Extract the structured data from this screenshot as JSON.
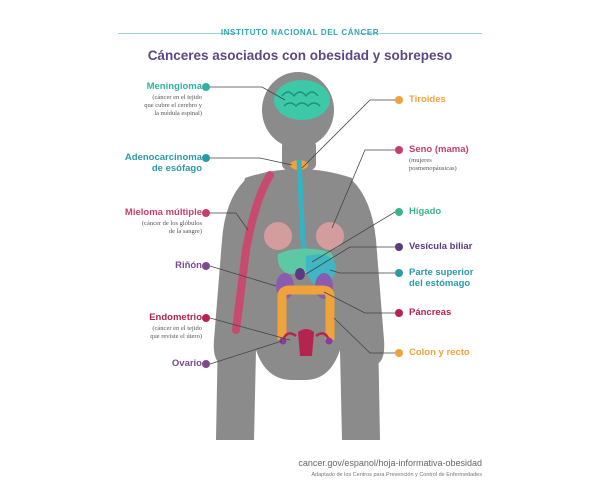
{
  "header": {
    "organization": "INSTITUTO NACIONAL DEL CÁNCER",
    "title": "Cánceres asociados con obesidad y sobrepeso"
  },
  "labels": {
    "meningioma": {
      "name": "Meningioma",
      "note_line1": "(cáncer en el tejido",
      "note_line2": "que cubre el cerebro y",
      "note_line3": "la médula espinal)",
      "color": "#2fb3a0"
    },
    "esophagus": {
      "name_line1": "Adenocarcinoma",
      "name_line2": "de esófago",
      "color": "#2b9aa8"
    },
    "myeloma": {
      "name": "Mieloma múltiple",
      "note_line1": "(cáncer de los glóbulos",
      "note_line2": "de la sangre)",
      "color": "#c2406a"
    },
    "kidney": {
      "name": "Riñón",
      "color": "#7c4a8e"
    },
    "endometrium": {
      "name": "Endometrio",
      "note_line1": "(cáncer en el tejido",
      "note_line2": "que reviste el útero)",
      "color": "#b5234f"
    },
    "ovary": {
      "name": "Ovario",
      "color": "#7c4a8e"
    },
    "thyroid": {
      "name": "Tiroides",
      "color": "#f0a33a"
    },
    "breast": {
      "name": "Seno (mama)",
      "note_line1": "(mujeres",
      "note_line2": "posmenopáusicas)",
      "color": "#c2406a"
    },
    "liver": {
      "name": "Hígado",
      "color": "#3cb48a"
    },
    "gallbladder": {
      "name": "Vesícula biliar",
      "color": "#5a3a82"
    },
    "stomach": {
      "name_line1": "Parte superior",
      "name_line2": "del estómago",
      "color": "#2b9aa8"
    },
    "pancreas": {
      "name": "Páncreas",
      "color": "#b5234f"
    },
    "colon": {
      "name": "Colon y recto",
      "color": "#f0a33a"
    }
  },
  "footer": {
    "url": "cancer.gov/espanol/hoja-informativa-obesidad",
    "note": "Adaptado de los Centros para Prevención y Control de Enfermedades"
  },
  "colors": {
    "body": "#8b8b8b",
    "brain": "#3cc9a8",
    "esophagus": "#34b3c2",
    "liver": "#5cc8a4",
    "stomach": "#3fb6c4",
    "kidney": "#8a5cb0",
    "colon": "#f0a33a",
    "uterus": "#b5234f",
    "arm_bone": "#c84a6e",
    "breast": "#e0a0a0"
  }
}
